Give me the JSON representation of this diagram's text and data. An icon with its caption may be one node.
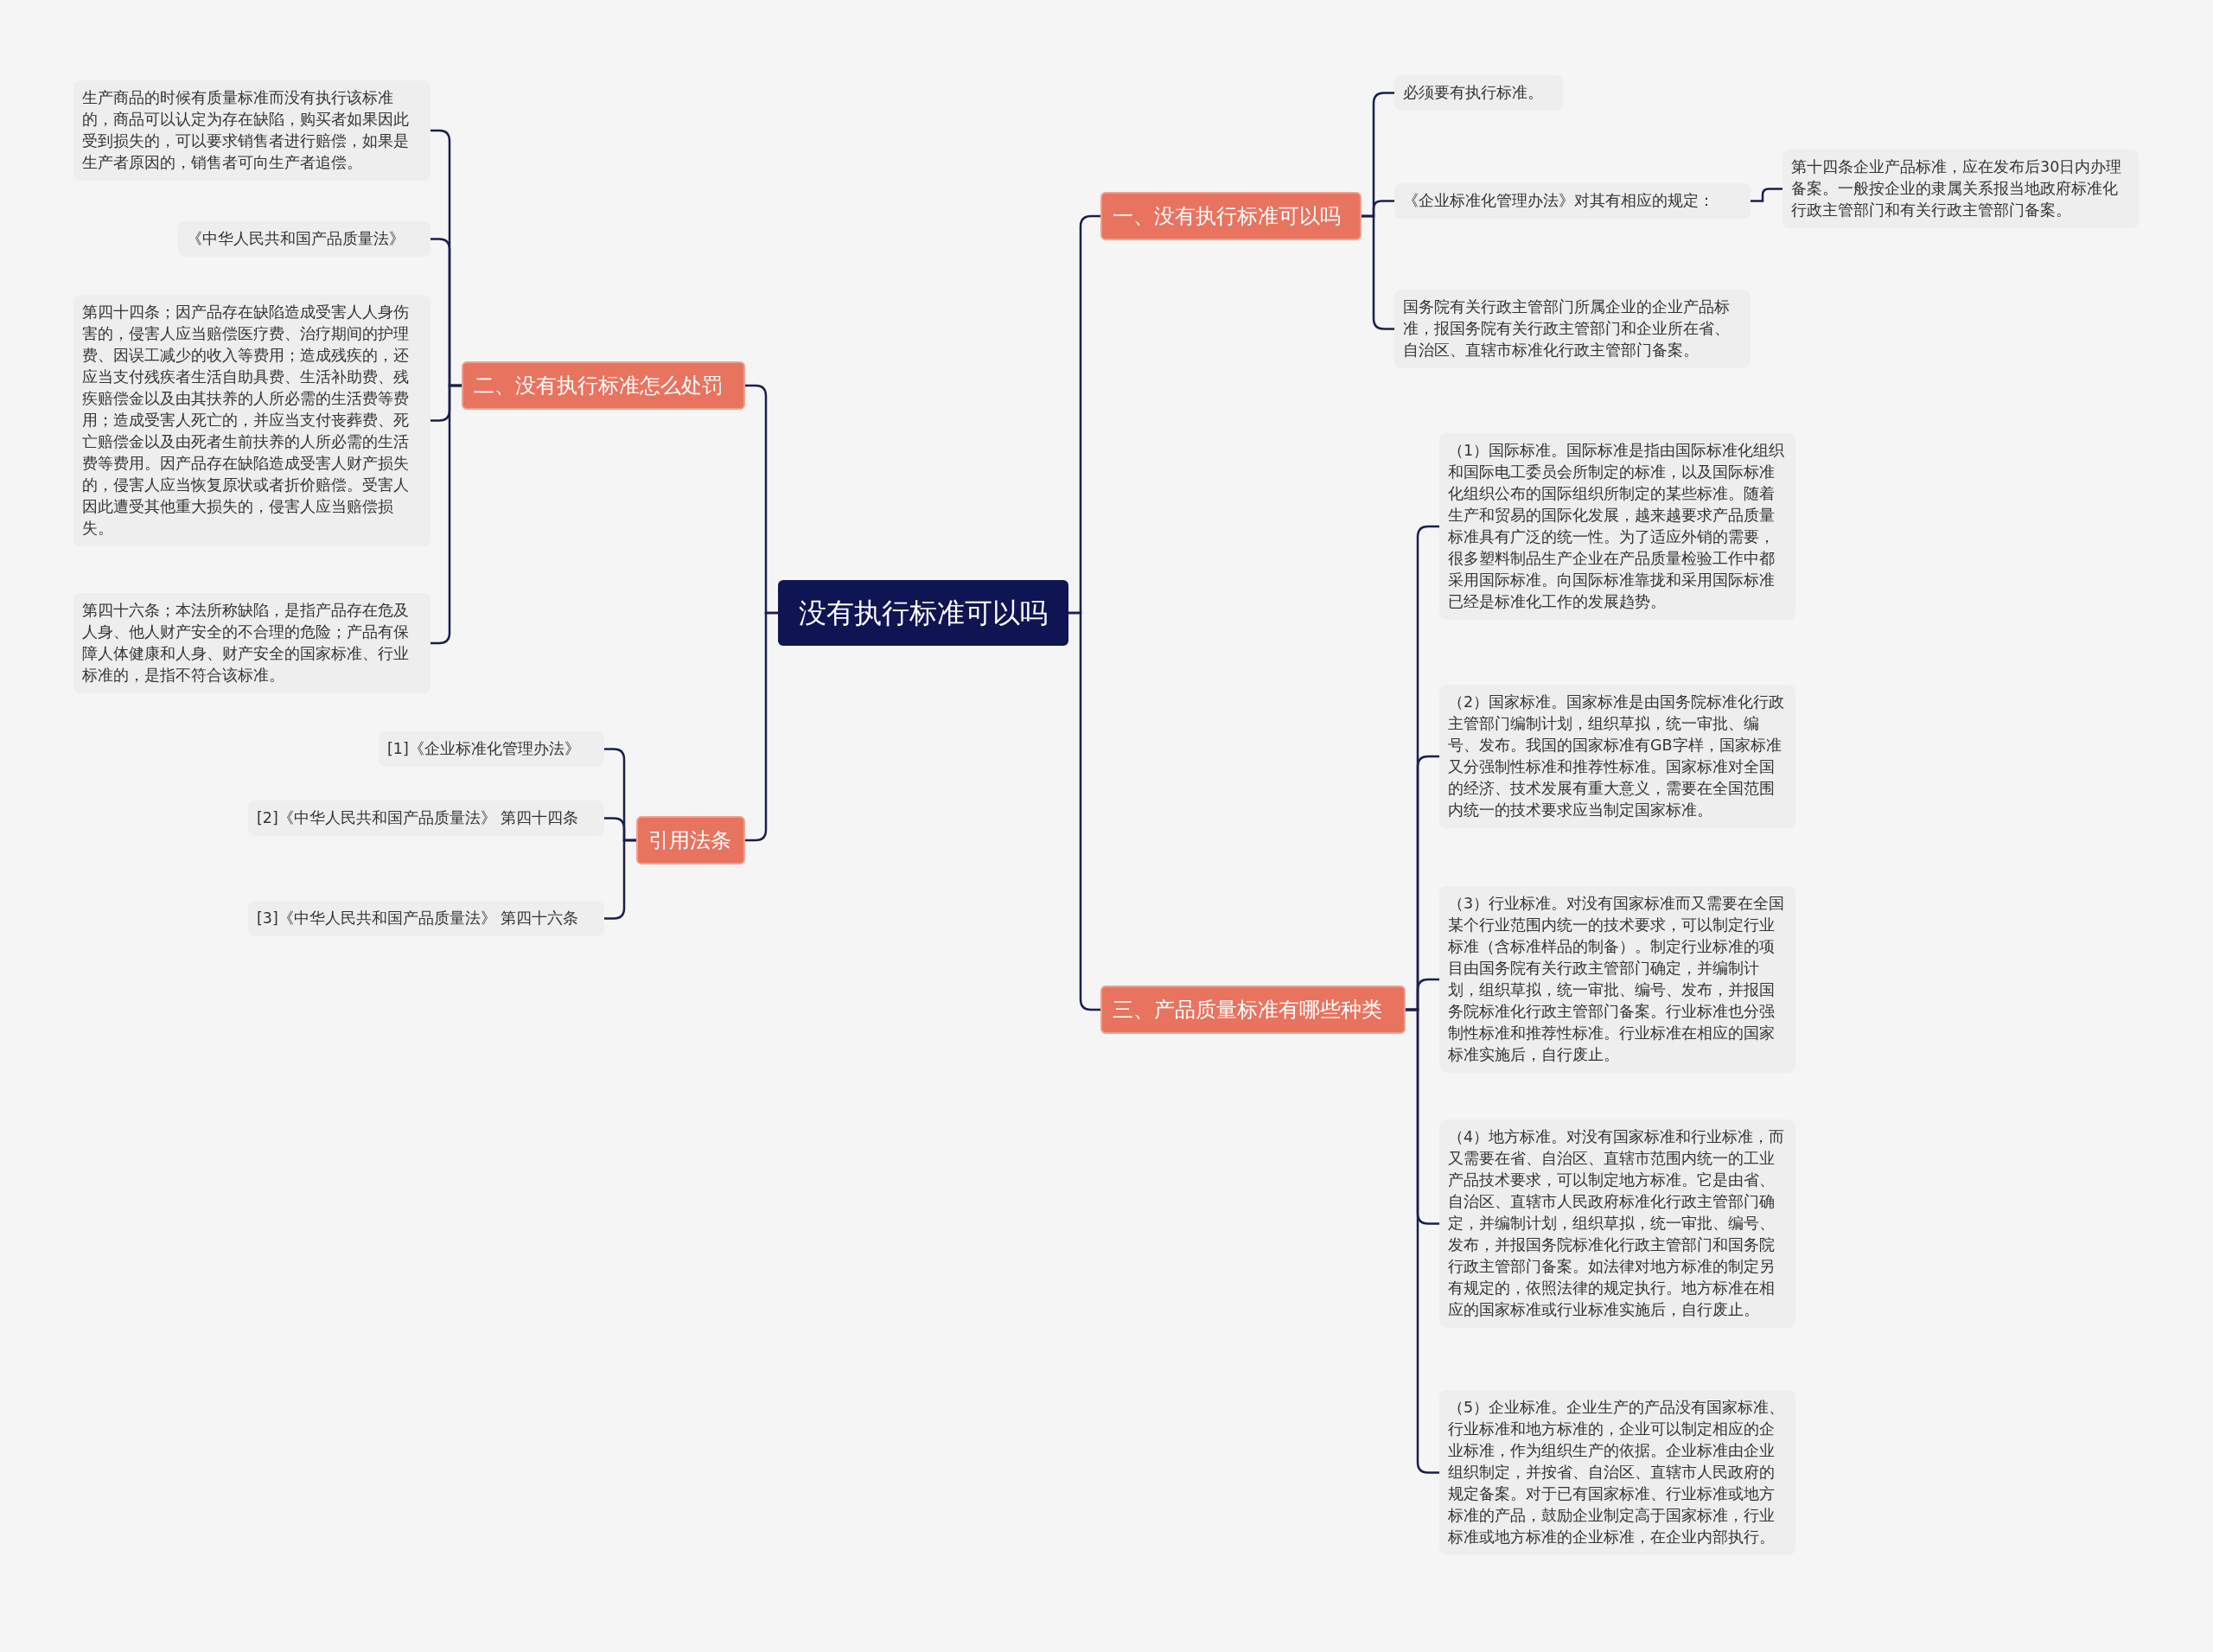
{
  "diagram": {
    "nodes": [
      {
        "text": [
          "没有执行标准可以吗"
        ]
      },
      {
        "text": [
          "一、没有执行标准可以吗"
        ]
      },
      {
        "text": [
          "必须要有执行标准。"
        ]
      },
      {
        "text": [
          "《企业标准化管理办法》对其有相应的规定："
        ]
      },
      {
        "text": [
          "第十四条企业产品标准，应在发布后30日内办理备案。一般按企业的隶属关系报当地政府标准化行政主管部门和有关行政主管部门备案。"
        ]
      },
      {
        "text": [
          "国务院有关行政主管部门所属企业的企业产品标准，报国务院有关行政主管部门和企业所在省、自治区、直辖市标准化行政主管部门备案。"
        ]
      },
      {
        "text": [
          "二、没有执行标准怎么处罚"
        ]
      },
      {
        "text": [
          "生产商品的时候有质量标准而没有执行该标准的，商品可以认定为存在缺陷，购买者如果因此受到损失的，可以要求销售者进行赔偿，如果是生产者原因的，销售者可向生产者追偿。"
        ]
      },
      {
        "text": [
          "《中华人民共和国产品质量法》"
        ]
      },
      {
        "text": [
          "第四十四条；因产品存在缺陷造成受害人人身伤害的，侵害人应当赔偿医疗费、治疗期间的护理费、因误工减少的收入等费用；造成残疾的，还应当支付残疾者生活自助具费、生活补助费、残疾赔偿金以及由其扶养的人所必需的生活费等费用；造成受害人死亡的，并应当支付丧葬费、死亡赔偿金以及由死者生前扶养的人所必需的生活费等费用。因产品存在缺陷造成受害人财产损失的，侵害人应当恢复原状或者折价赔偿。受害人因此遭受其他重大损失的，侵害人应当赔偿损失。"
        ]
      },
      {
        "text": [
          "第四十六条；本法所称缺陷，是指产品存在危及人身、他人财产安全的不合理的危险；产品有保障人体健康和人身、财产安全的国家标准、行业标准的，是指不符合该标准。"
        ]
      },
      {
        "text": [
          "引用法条"
        ]
      },
      {
        "text": [
          "[1]《企业标准化管理办法》"
        ]
      },
      {
        "text": [
          "[2]《中华人民共和国产品质量法》 第四十四条"
        ]
      },
      {
        "text": [
          "[3]《中华人民共和国产品质量法》 第四十六条"
        ]
      },
      {
        "text": [
          "三、产品质量标准有哪些种类"
        ]
      },
      {
        "text": [
          "（1）国际标准。国际标准是指由国际标准化组织和国际电工委员会所制定的标准，以及国际标准化组织公布的国际组织所制定的某些标准。随着生产和贸易的国际化发展，越来越要求产品质量标准具有广泛的统一性。为了适应外销的需要，很多塑料制品生产企业在产品质量检验工作中都采用国际标准。向国际标准靠拢和采用国际标准已经是标准化工作的发展趋势。"
        ]
      },
      {
        "text": [
          "（2）国家标准。国家标准是由国务院标准化行政主管部门编制计划，组织草拟，统一审批、编号、发布。我国的国家标准有GB字样，国家标准又分强制性标准和推荐性标准。国家标准对全国的经济、技术发展有重大意义，需要在全国范围内统一的技术要求应当制定国家标准。"
        ]
      },
      {
        "text": [
          "（3）行业标准。对没有国家标准而又需要在全国某个行业范围内统一的技术要求，可以制定行业标准（含标准样品的制备）。制定行业标准的项目由国务院有关行政主管部门确定，并编制计划，组织草拟，统一审批、编号、发布，并报国务院标准化行政主管部门备案。行业标准也分强制性标准和推荐性标准。行业标准在相应的国家标准实施后，自行废止。"
        ]
      },
      {
        "text": [
          "（4）地方标准。对没有国家标准和行业标准，而又需要在省、自治区、直辖市范围内统一的工业产品技术要求，可以制定地方标准。它是由省、自治区、直辖市人民政府标准化行政主管部门确定，并编制计划，组织草拟，统一审批、编号、发布，并报国务院标准化行政主管部门和国务院行政主管部门备案。如法律对地方标准的制定另有规定的，依照法律的规定执行。地方标准在相应的国家标准或行业标准实施后，自行废止。"
        ]
      },
      {
        "text": [
          "（5）企业标准。企业生产的产品没有国家标准、行业标准和地方标准的，企业可以制定相应的企业标准，作为组织生产的依据。企业标准由企业组织制定，并按省、自治区、直辖市人民政府的规定备案。对于已有国家标准、行业标准或地方标准的产品，鼓励企业制定高于国家标准，行业标准或地方标准的企业标准，在企业内部执行。"
        ]
      }
    ],
    "edges": [
      {
        "from": 0,
        "to": 1,
        "arrow": "none"
      },
      {
        "from": 1,
        "to": 2,
        "arrow": "none"
      },
      {
        "from": 1,
        "to": 3,
        "arrow": "none"
      },
      {
        "from": 3,
        "to": 4,
        "arrow": "none"
      },
      {
        "from": 1,
        "to": 5,
        "arrow": "none"
      },
      {
        "from": 0,
        "to": 6,
        "arrow": "none"
      },
      {
        "from": 6,
        "to": 7,
        "arrow": "none"
      },
      {
        "from": 6,
        "to": 8,
        "arrow": "none"
      },
      {
        "from": 6,
        "to": 9,
        "arrow": "none"
      },
      {
        "from": 6,
        "to": 10,
        "arrow": "none"
      },
      {
        "from": 0,
        "to": 11,
        "arrow": "none"
      },
      {
        "from": 11,
        "to": 12,
        "arrow": "none"
      },
      {
        "from": 11,
        "to": 13,
        "arrow": "none"
      },
      {
        "from": 11,
        "to": 14,
        "arrow": "none"
      },
      {
        "from": 0,
        "to": 15,
        "arrow": "none"
      },
      {
        "from": 15,
        "to": 16,
        "arrow": "none"
      },
      {
        "from": 15,
        "to": 17,
        "arrow": "none"
      },
      {
        "from": 15,
        "to": 18,
        "arrow": "none"
      },
      {
        "from": 15,
        "to": 19,
        "arrow": "none"
      },
      {
        "from": 15,
        "to": 20,
        "arrow": "none"
      }
    ]
  }
}
